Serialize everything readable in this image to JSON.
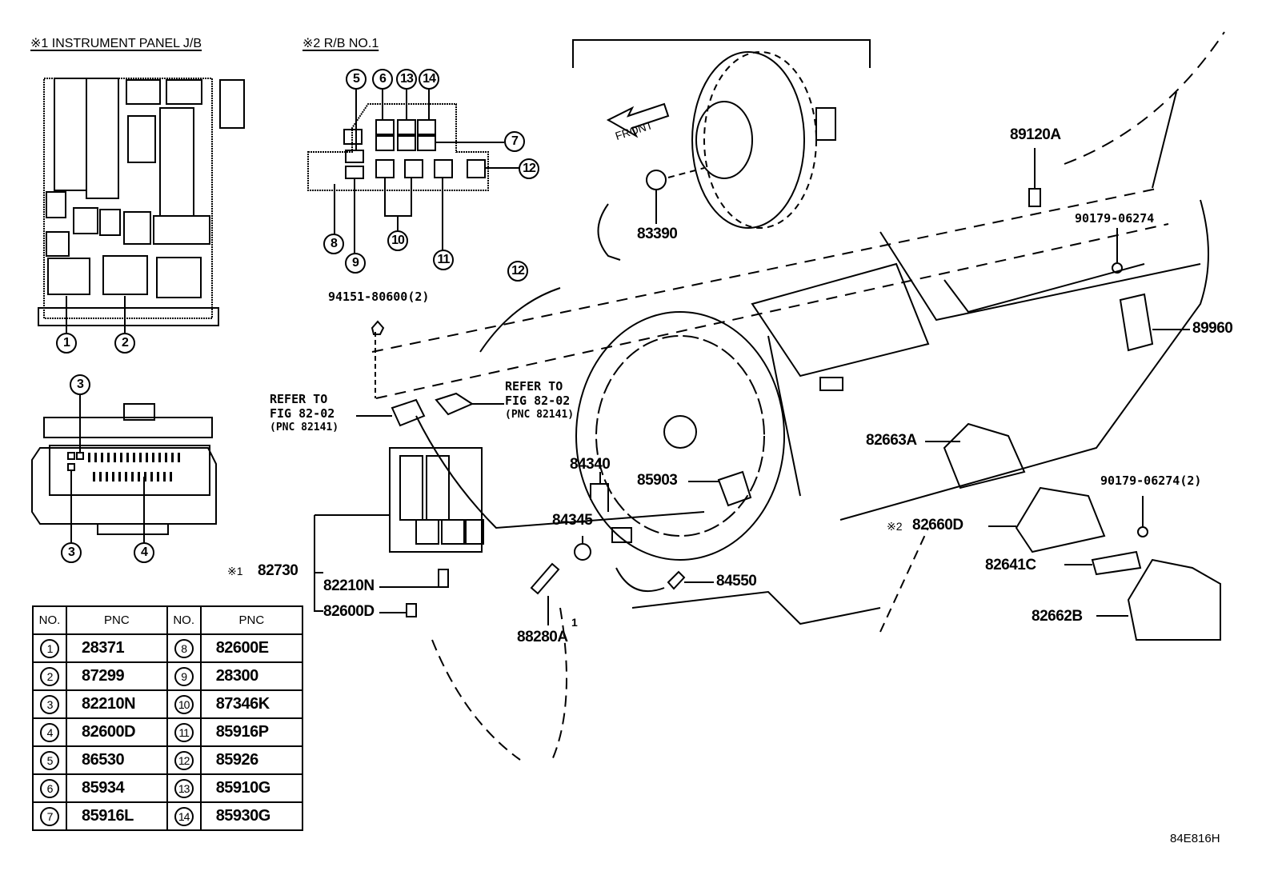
{
  "titles": {
    "instrument_panel_jb": "※1 INSTRUMENT PANEL J/B",
    "relay_block": "※2  R/B NO.1"
  },
  "front_arrow": "FRONT",
  "callouts": {
    "jb_top": [
      "1",
      "2"
    ],
    "jb_bottom": [
      "3",
      "3",
      "4"
    ],
    "rb": [
      "5",
      "6",
      "13",
      "14",
      "7",
      "12",
      "8",
      "9",
      "10",
      "11",
      "12"
    ]
  },
  "part_labels": {
    "p83390": "83390",
    "p89120A": "89120A",
    "p90179_06274": "90179-06274",
    "p89960": "89960",
    "p94151": "94151-80600(2)",
    "refer_left": [
      "REFER TO",
      "FIG 82-02",
      "(PNC 82141)"
    ],
    "refer_right": [
      "REFER TO",
      "FIG 82-02",
      "(PNC 82141)"
    ],
    "p84340": "84340",
    "p84345": "84345",
    "p85903": "85903",
    "p84550": "84550",
    "p82730_mark": "※1",
    "p82730": "82730",
    "p82210N": "82210N",
    "p82600D": "82600D",
    "p88280A": "88280A",
    "p88280A_sup": "1",
    "p82663A": "82663A",
    "p82660D_mark": "※2",
    "p82660D": "82660D",
    "p90179_2": "90179-06274(2)",
    "p82641C": "82641C",
    "p82662B": "82662B"
  },
  "table": {
    "headers": [
      "NO.",
      "PNC",
      "NO.",
      "PNC"
    ],
    "rows": [
      {
        "no_left": "1",
        "pnc_left": "28371",
        "no_right": "8",
        "pnc_right": "82600E"
      },
      {
        "no_left": "2",
        "pnc_left": "87299",
        "no_right": "9",
        "pnc_right": "28300"
      },
      {
        "no_left": "3",
        "pnc_left": "82210N",
        "no_right": "10",
        "pnc_right": "87346K"
      },
      {
        "no_left": "4",
        "pnc_left": "82600D",
        "no_right": "11",
        "pnc_right": "85916P"
      },
      {
        "no_left": "5",
        "pnc_left": "86530",
        "no_right": "12",
        "pnc_right": "85926"
      },
      {
        "no_left": "6",
        "pnc_left": "85934",
        "no_right": "13",
        "pnc_right": "85910G"
      },
      {
        "no_left": "7",
        "pnc_left": "85916L",
        "no_right": "14",
        "pnc_right": "85930G"
      }
    ]
  },
  "figure_code": "84E816H"
}
